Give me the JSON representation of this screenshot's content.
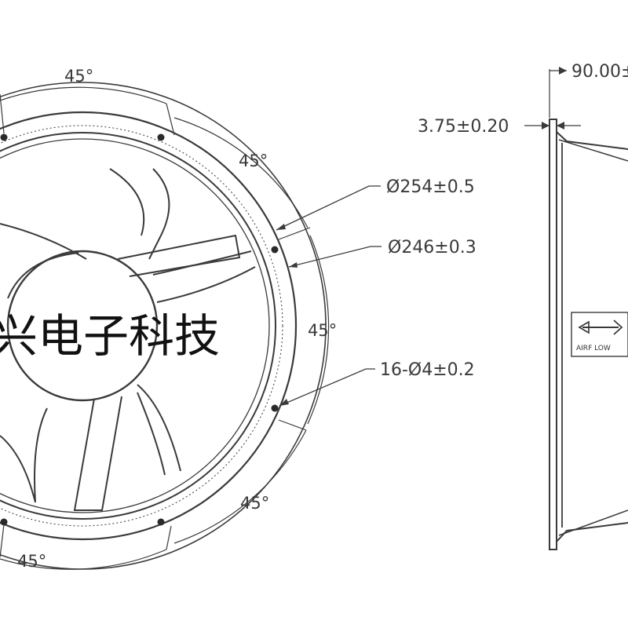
{
  "drawing": {
    "angles": {
      "top": "45°",
      "upper_right": "45°",
      "right": "45°",
      "lower_right": "45°",
      "bottom": "45°"
    },
    "callouts": {
      "outer_diameter": "Ø254±0.5",
      "inner_diameter": "Ø246±0.3",
      "holes": "16-Ø4±0.2"
    },
    "side_view": {
      "depth": "90.00±",
      "flange": "3.75±0.20",
      "airflow_label": "AIRF LOW"
    },
    "watermark": "兴电子科技"
  }
}
